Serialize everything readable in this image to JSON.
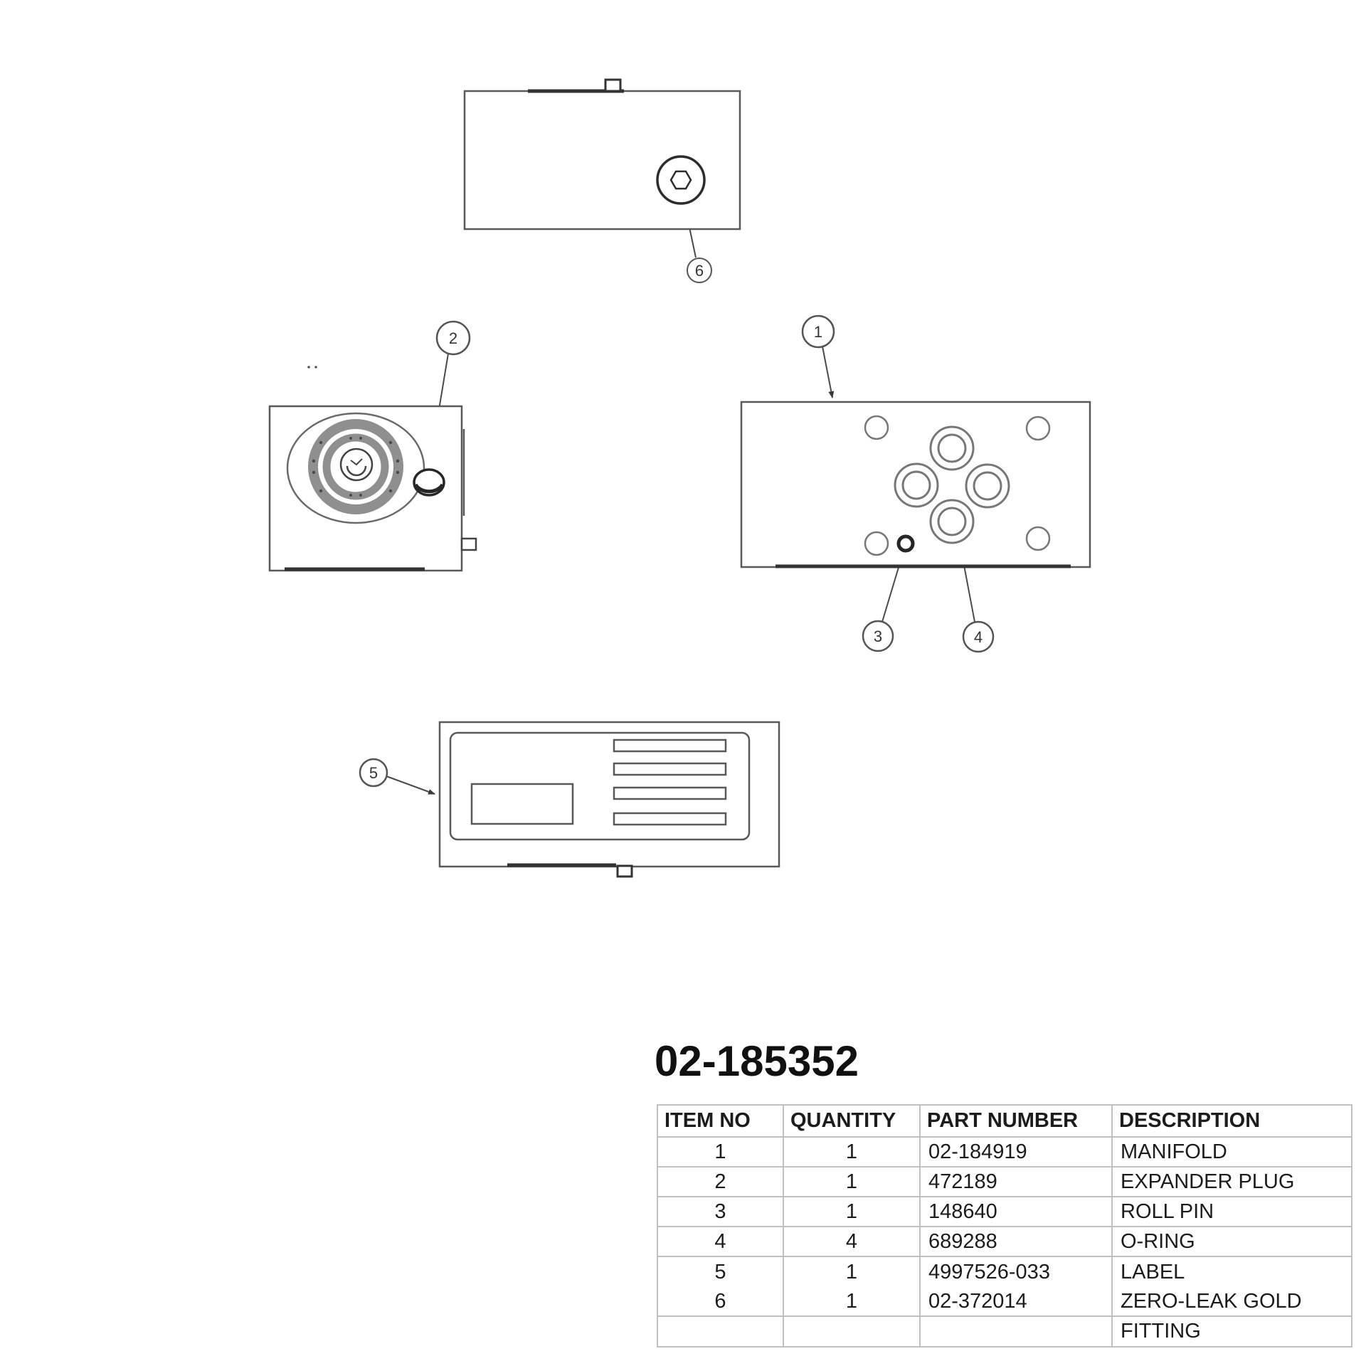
{
  "title": "02-185352",
  "callouts": {
    "item1": "1",
    "item2": "2",
    "item3": "3",
    "item4": "4",
    "item5": "5",
    "item6": "6"
  },
  "parts_table": {
    "headers": [
      "ITEM NO",
      "QUANTITY",
      "PART NUMBER",
      "DESCRIPTION"
    ],
    "rows": [
      [
        "1",
        "1",
        "02-184919",
        "MANIFOLD"
      ],
      [
        "2",
        "1",
        "472189",
        "EXPANDER PLUG"
      ],
      [
        "3",
        "1",
        "148640",
        "ROLL PIN"
      ],
      [
        "4",
        "4",
        "689288",
        "O-RING"
      ],
      [
        "5",
        "1",
        "4997526-033",
        "LABEL"
      ],
      [
        "6",
        "1",
        "02-372014",
        "ZERO-LEAK GOLD"
      ],
      [
        "",
        "",
        "",
        "FITTING"
      ]
    ]
  },
  "colors": {
    "line": "#555555",
    "line_dark": "#333333",
    "port_line": "#777777",
    "ring_gray": "#8f8f8f",
    "table_border": "#c0c0c0",
    "text": "#1c1c1c"
  }
}
